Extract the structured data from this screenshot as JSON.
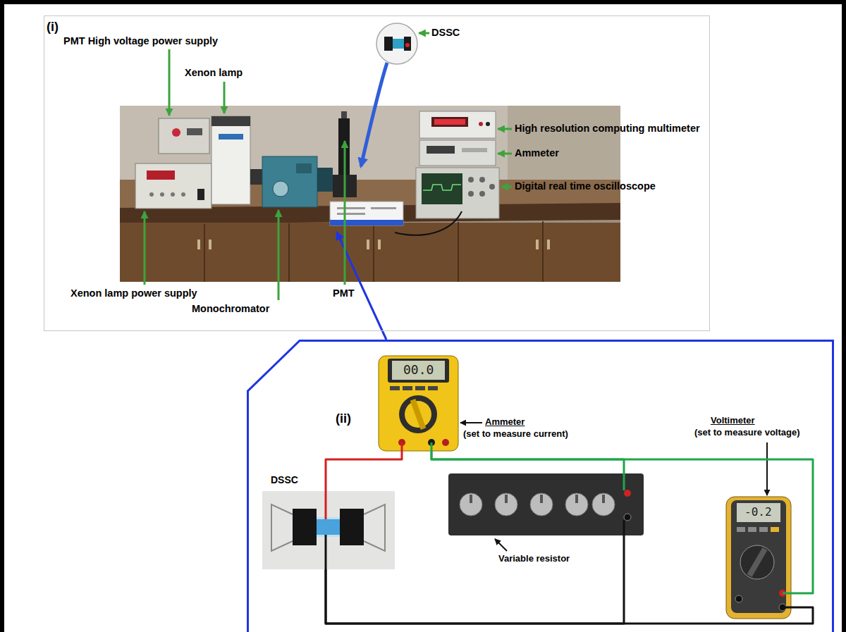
{
  "diagram": {
    "nodes": [
      {
        "text": [
          "(i)"
        ]
      },
      {
        "text": [
          "(ii)"
        ]
      },
      {
        "text": [
          "00.0",
          "Ammeter",
          "(set to measure current)"
        ],
        "in": 1
      },
      {
        "text": [
          "DSSC"
        ],
        "in": 1
      },
      {
        "text": [
          "Variable resistor"
        ],
        "in": 1
      },
      {
        "text": [
          "Voltimeter",
          "(set to measure voltage)",
          "-0.2"
        ],
        "in": 1
      }
    ],
    "edges": [
      {
        "from": 3,
        "to": 2,
        "arrow": "none"
      },
      {
        "from": 2,
        "to": 4,
        "arrow": "none"
      },
      {
        "from": 2,
        "to": 5,
        "arrow": "none"
      },
      {
        "from": 3,
        "to": 4,
        "arrow": "none"
      },
      {
        "from": 3,
        "to": 5,
        "arrow": "none"
      }
    ],
    "labels": [
      "PMT High voltage power supply",
      "Xenon lamp",
      "DSSC",
      "High resolution computing multimeter",
      "Ammeter",
      "Digital real time oscilloscope",
      "Xenon lamp power supply",
      "PMT",
      "Monochromator"
    ]
  }
}
